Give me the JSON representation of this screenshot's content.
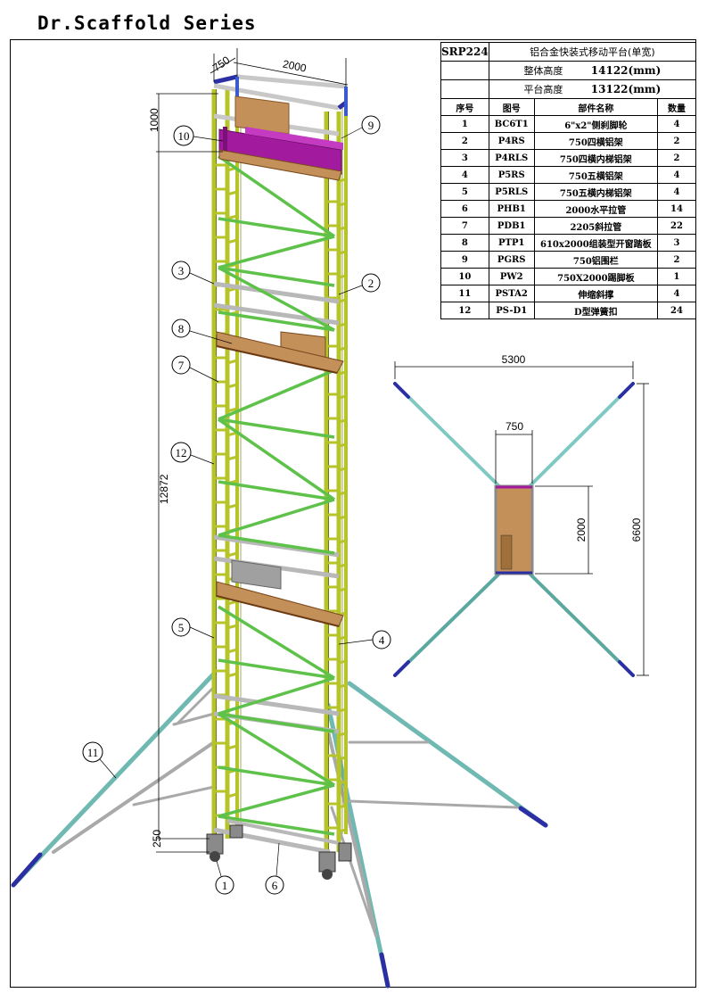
{
  "header": {
    "series_title": "Dr.Scaffold Series"
  },
  "spec": {
    "model": "SRP224",
    "product_name": "铝合金快装式移动平台(单宽)",
    "overall_height_label": "整体高度",
    "overall_height_value": "14122(mm)",
    "platform_height_label": "平台高度",
    "platform_height_value": "13122(mm)",
    "columns": [
      "序号",
      "图号",
      "部件名称",
      "数量"
    ],
    "parts": [
      {
        "no": "1",
        "code": "BC6T1",
        "name": "6\"x2\"侧刹脚轮",
        "qty": "4"
      },
      {
        "no": "2",
        "code": "P4RS",
        "name": "750四横铝架",
        "qty": "2"
      },
      {
        "no": "3",
        "code": "P4RLS",
        "name": "750四横内梯铝架",
        "qty": "2"
      },
      {
        "no": "4",
        "code": "P5RS",
        "name": "750五横铝架",
        "qty": "4"
      },
      {
        "no": "5",
        "code": "P5RLS",
        "name": "750五横内梯铝架",
        "qty": "4"
      },
      {
        "no": "6",
        "code": "PHB1",
        "name": "2000水平拉管",
        "qty": "14"
      },
      {
        "no": "7",
        "code": "PDB1",
        "name": "2205斜拉管",
        "qty": "22"
      },
      {
        "no": "8",
        "code": "PTP1",
        "name": "610x2000组装型开窗踏板",
        "qty": "3"
      },
      {
        "no": "9",
        "code": "PGRS",
        "name": "750铝围栏",
        "qty": "2"
      },
      {
        "no": "10",
        "code": "PW2",
        "name": "750X2000踢脚板",
        "qty": "1"
      },
      {
        "no": "11",
        "code": "PSTA2",
        "name": "伸缩斜撑",
        "qty": "4"
      },
      {
        "no": "12",
        "code": "PS-D1",
        "name": "D型弹簧扣",
        "qty": "24"
      }
    ]
  },
  "elevation": {
    "dim_width": "750",
    "dim_length": "2000",
    "dim_guardrail": "1000",
    "dim_height": "12872",
    "dim_base": "250"
  },
  "plan": {
    "dim_spread_x": "5300",
    "dim_width": "750",
    "dim_length": "2000",
    "dim_spread_y": "6600"
  },
  "callouts": [
    "1",
    "2",
    "3",
    "4",
    "5",
    "6",
    "7",
    "8",
    "9",
    "10",
    "11",
    "12"
  ],
  "colors": {
    "frame": "#b6c42a",
    "brace": "#5ec24a",
    "outrigger": "#7fc9c2",
    "toe": "#a21b9e",
    "deck": "#c4905a",
    "foot": "#2b2fa3"
  }
}
